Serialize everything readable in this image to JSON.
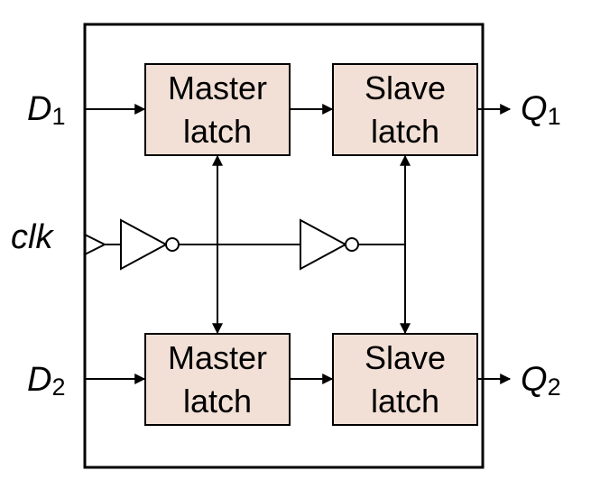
{
  "colors": {
    "latch_fill": "#f2e0d6",
    "line": "#000000",
    "background": "#ffffff"
  },
  "ports": {
    "d1": {
      "letter": "D",
      "sub": "1"
    },
    "d2": {
      "letter": "D",
      "sub": "2"
    },
    "q1": {
      "letter": "Q",
      "sub": "1"
    },
    "q2": {
      "letter": "Q",
      "sub": "2"
    },
    "clk": "clk"
  },
  "blocks": {
    "master_top": {
      "line1": "Master",
      "line2": "latch"
    },
    "slave_top": {
      "line1": "Slave",
      "line2": "latch"
    },
    "master_bottom": {
      "line1": "Master",
      "line2": "latch"
    },
    "slave_bottom": {
      "line1": "Slave",
      "line2": "latch"
    }
  }
}
